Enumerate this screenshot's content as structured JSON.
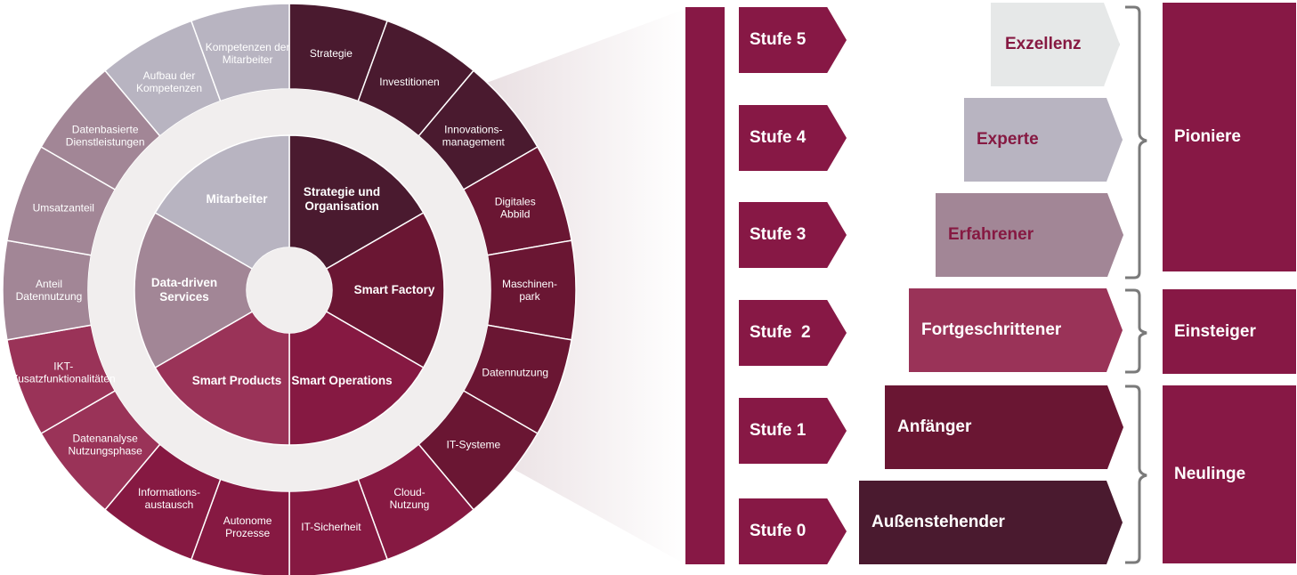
{
  "wheel": {
    "inner": [
      {
        "label": "Strategie und\nOrganisation",
        "color": "#4a1a2f"
      },
      {
        "label": "Smart Factory",
        "color": "#6a1633"
      },
      {
        "label": "Smart Operations",
        "color": "#861942"
      },
      {
        "label": "Smart Products",
        "color": "#9a3358"
      },
      {
        "label": "Data-driven\nServices",
        "color": "#a28696"
      },
      {
        "label": "Mitarbeiter",
        "color": "#b8b4c1"
      }
    ],
    "outer": [
      {
        "label": "Strategie",
        "color": "#4a1a2f"
      },
      {
        "label": "Investitionen",
        "color": "#4a1a2f"
      },
      {
        "label": "Innovations-\nmanagement",
        "color": "#4a1a2f"
      },
      {
        "label": "Digitales\nAbbild",
        "color": "#6a1633"
      },
      {
        "label": "Maschinen-\npark",
        "color": "#6a1633"
      },
      {
        "label": "Datennutzung",
        "color": "#6a1633"
      },
      {
        "label": "IT-Systeme",
        "color": "#6a1633"
      },
      {
        "label": "Cloud-\nNutzung",
        "color": "#861942"
      },
      {
        "label": "IT-Sicherheit",
        "color": "#861942"
      },
      {
        "label": "Autonome\nProzesse",
        "color": "#861942"
      },
      {
        "label": "Informations-\naustausch",
        "color": "#861942"
      },
      {
        "label": "Datenanalyse\nNutzungsphase",
        "color": "#9a3358"
      },
      {
        "label": "IKT-\nZusatzfunktionalitäten",
        "color": "#9a3358"
      },
      {
        "label": "Anteil\nDatennutzung",
        "color": "#a28696"
      },
      {
        "label": "Umsatzanteil",
        "color": "#a28696"
      },
      {
        "label": "Datenbasierte\nDienstleistungen",
        "color": "#a28696"
      },
      {
        "label": "Aufbau der\nKompetenzen",
        "color": "#b8b4c1"
      },
      {
        "label": "Kompetenzen der\nMitarbeiter",
        "color": "#b8b4c1"
      }
    ]
  },
  "stufen": [
    "Stufe 5",
    "Stufe 4",
    "Stufe 3",
    "Stufe  2",
    "Stufe 1",
    "Stufe 0"
  ],
  "levels": [
    {
      "label": "Exzellenz",
      "bg": "#e6e8e8",
      "fg": "#861942"
    },
    {
      "label": "Experte",
      "bg": "#b8b4c1",
      "fg": "#861942"
    },
    {
      "label": "Erfahrener",
      "bg": "#a28696",
      "fg": "#861942"
    },
    {
      "label": "Fortgeschrittener",
      "bg": "#9a3358",
      "fg": "#ffffff"
    },
    {
      "label": "Anfänger",
      "bg": "#6a1633",
      "fg": "#ffffff"
    },
    {
      "label": "Außenstehender",
      "bg": "#4a1a2f",
      "fg": "#ffffff"
    }
  ],
  "groups": [
    {
      "label": "Pioniere"
    },
    {
      "label": "Einsteiger"
    },
    {
      "label": "Neulinge"
    }
  ],
  "colors": {
    "accent": "#871845",
    "bracket": "#7a7a7a",
    "ring": "#f1eeee"
  }
}
